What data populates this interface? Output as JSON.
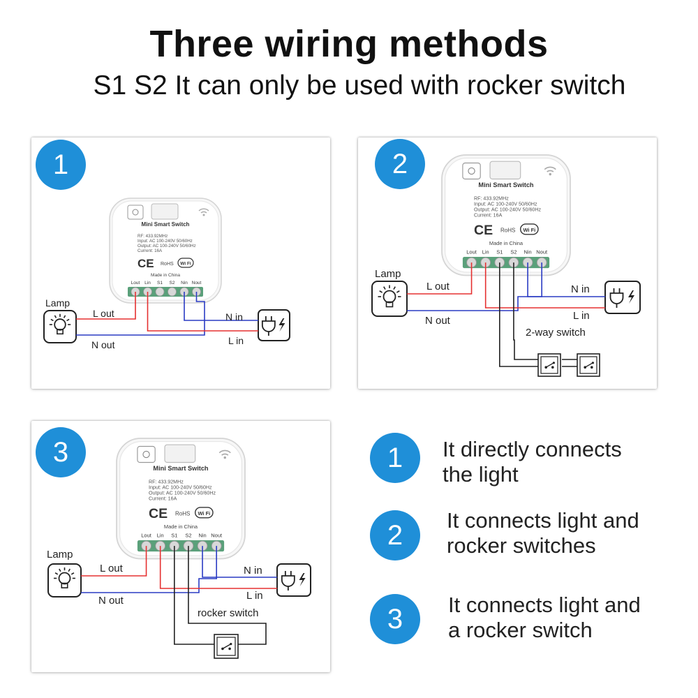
{
  "header": {
    "title": "Three  wiring methods",
    "subtitle": "S1 S2 It can only  be used with rocker switch"
  },
  "device": {
    "name": "Mini Smart Switch",
    "rf": "RF: 433.92MHz",
    "input": "Input:  AC 100-240V  50/60Hz",
    "output": "Output:  AC 100-240V  50/60Hz",
    "current": "Current:  16A",
    "ce": "CE",
    "rohs": "RoHS",
    "wifi": "Wi Fi",
    "made_in": "Made in China",
    "terminals": [
      "Lout",
      "Lin",
      "S1",
      "S2",
      "Nin",
      "Nout"
    ]
  },
  "colors": {
    "live": "#e53030",
    "neutral": "#2a3bc4",
    "switch_wire": "#222222",
    "accent": "#1f8fd8"
  },
  "icons": [
    "lamp-icon",
    "power-plug-icon",
    "rocker-switch-icon",
    "wifi-signal-icon",
    "light-sensor-icon"
  ],
  "panels": [
    {
      "number": "1",
      "lamp_label": "Lamp",
      "l_out": "L out",
      "n_out": "N out",
      "n_in": "N in",
      "l_in": "L in"
    },
    {
      "number": "2",
      "lamp_label": "Lamp",
      "l_out": "L out",
      "n_out": "N out",
      "n_in": "N in",
      "l_in": "L in",
      "switch_label": "2-way switch"
    },
    {
      "number": "3",
      "lamp_label": "Lamp",
      "l_out": "L out",
      "n_out": "N out",
      "n_in": "N in",
      "l_in": "L in",
      "switch_label": "rocker switch"
    }
  ],
  "legend": [
    {
      "number": "1",
      "line1": "It directly connects",
      "line2": "the light"
    },
    {
      "number": "2",
      "line1": "It connects light and",
      "line2": "rocker switches"
    },
    {
      "number": "3",
      "line1": "It connects light and",
      "line2": "a rocker switch"
    }
  ]
}
